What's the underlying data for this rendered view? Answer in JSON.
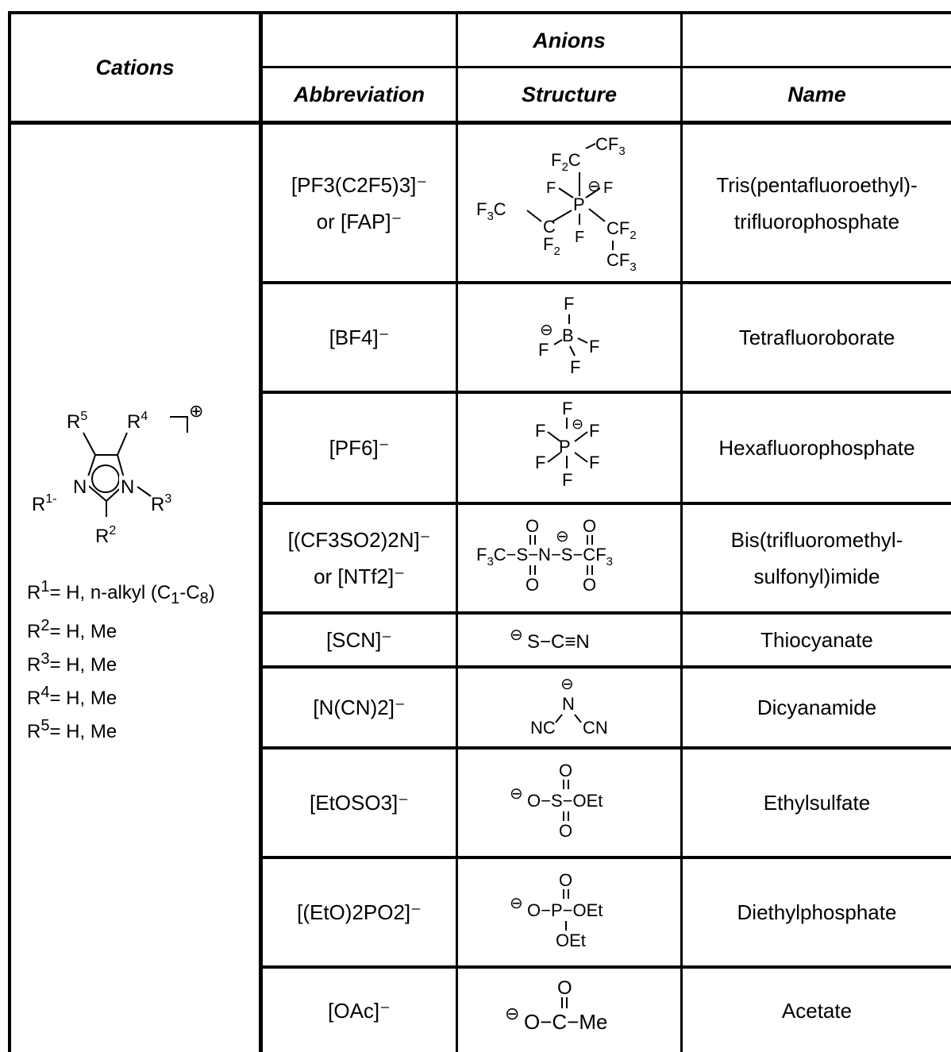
{
  "header": {
    "cations": "Cations",
    "anions": "Anions",
    "abbreviation": "Abbreviation",
    "structure": "Structure",
    "name": "Name"
  },
  "cation": {
    "substituents": [
      {
        "r": "R",
        "sup": "1",
        "text": "= H, n-alkyl (C",
        "s1": "1",
        "mid": "-C",
        "s2": "8",
        "end": ")"
      },
      {
        "r": "R",
        "sup": "2",
        "text": "= H, Me"
      },
      {
        "r": "R",
        "sup": "3",
        "text": "= H, Me"
      },
      {
        "r": "R",
        "sup": "4",
        "text": "= H, Me"
      },
      {
        "r": "R",
        "sup": "5",
        "text": "= H, Me"
      }
    ],
    "structure_labels": {
      "r1": "R",
      "r1s": "1-",
      "r2": "R",
      "r2s": "2",
      "r3": "R",
      "r3s": "3",
      "r4": "R",
      "r4s": "4",
      "r5": "R",
      "r5s": "5",
      "n": "N",
      "charge": "⊕"
    }
  },
  "anions": [
    {
      "abbr_line1": "[PF3(C2F5)3]⁻",
      "abbr_line2": "or [FAP]⁻",
      "name_line1": "Tris(pentafluoroethyl)-",
      "name_line2": "trifluorophosphate"
    },
    {
      "abbr_line1": "[BF4]⁻",
      "abbr_line2": "",
      "name_line1": "Tetrafluoroborate",
      "name_line2": ""
    },
    {
      "abbr_line1": "[PF6]⁻",
      "abbr_line2": "",
      "name_line1": "Hexafluorophosphate",
      "name_line2": ""
    },
    {
      "abbr_line1": "[(CF3SO2)2N]⁻",
      "abbr_line2": "or [NTf2]⁻",
      "name_line1": "Bis(trifluoromethyl-",
      "name_line2": "sulfonyl)imide"
    },
    {
      "abbr_line1": "[SCN]⁻",
      "abbr_line2": "",
      "name_line1": "Thiocyanate",
      "name_line2": ""
    },
    {
      "abbr_line1": "[N(CN)2]⁻",
      "abbr_line2": "",
      "name_line1": "Dicyanamide",
      "name_line2": ""
    },
    {
      "abbr_line1": "[EtOSO3]⁻",
      "abbr_line2": "",
      "name_line1": "Ethylsulfate",
      "name_line2": ""
    },
    {
      "abbr_line1": "[(EtO)2PO2]⁻",
      "abbr_line2": "",
      "name_line1": "Diethylphosphate",
      "name_line2": ""
    },
    {
      "abbr_line1": "[OAc]⁻",
      "abbr_line2": "",
      "name_line1": "Acetate",
      "name_line2": ""
    }
  ],
  "structures": {
    "fap": {
      "cf3": "CF",
      "s3": "3",
      "f2c": "F",
      "c": "C",
      "f": "F",
      "p": "P",
      "f3c": "F",
      "cf2": "CF",
      "s2": "2",
      "minus": "⊖"
    },
    "scn": "S−C≡N",
    "dca_nc": "NC",
    "dca_n": "N",
    "dca_cn": "CN",
    "ets_o": "O",
    "ets_main": "O−S−OEt",
    "dep_o": "O",
    "dep_main": "O−P−OEt",
    "dep_oet": "OEt",
    "oac_o": "O",
    "oac_main": "O−C−Me",
    "minus": "⊖"
  }
}
